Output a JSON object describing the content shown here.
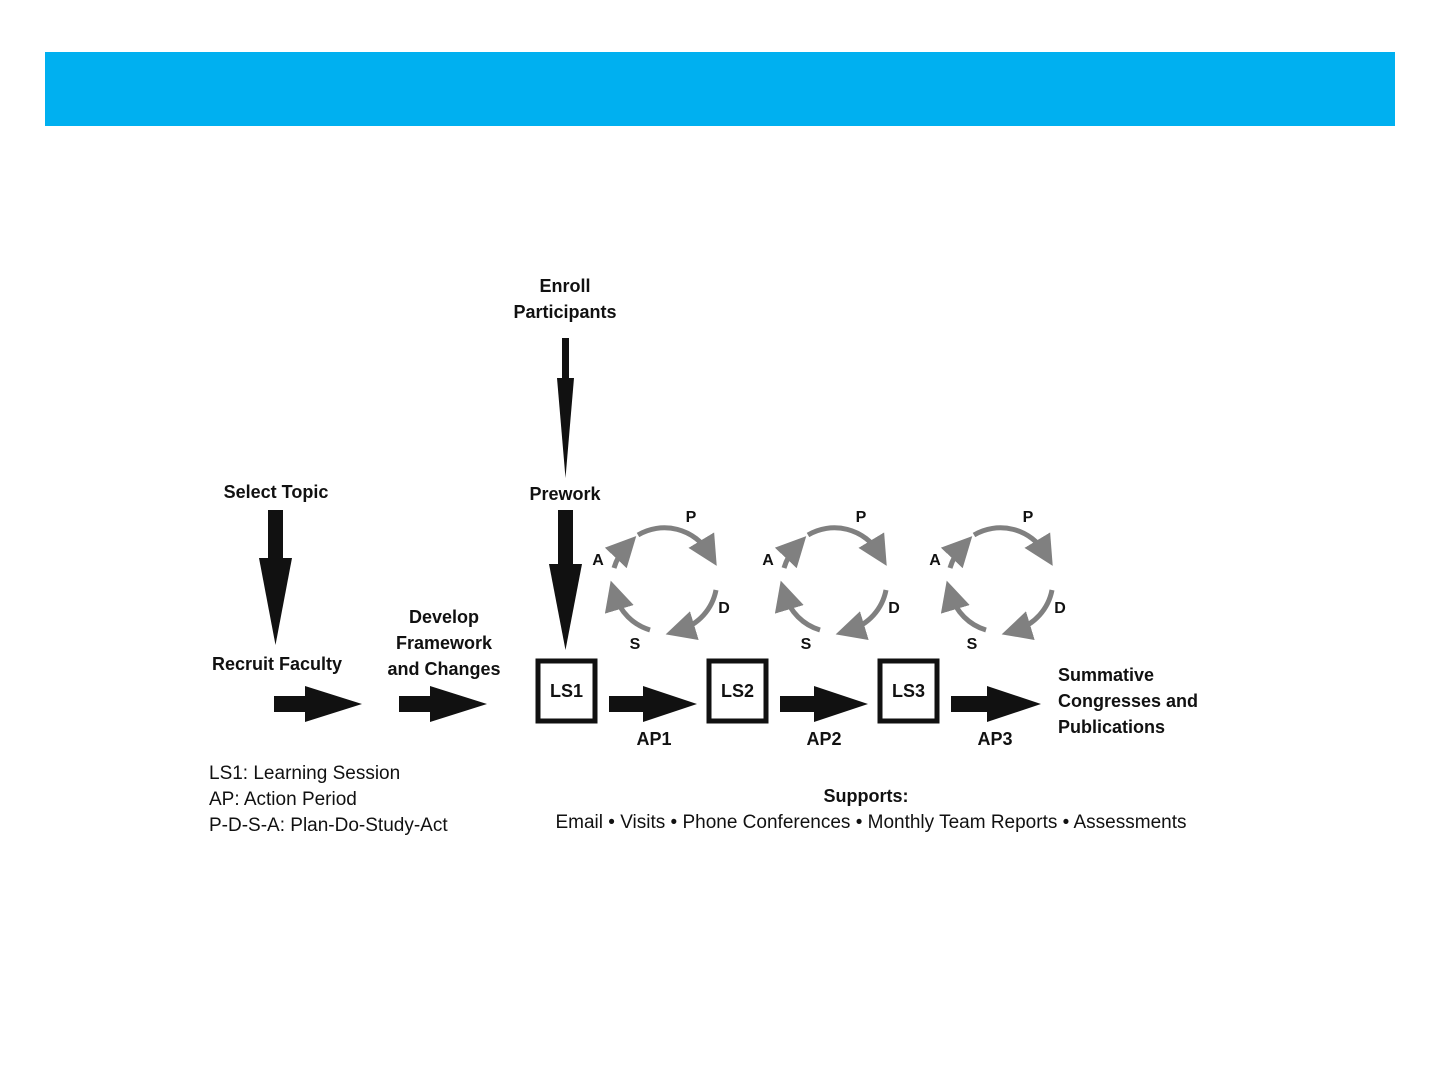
{
  "theme": {
    "banner_color": "#00b0f0",
    "arrow_color": "#111111",
    "cycle_color": "#808080"
  },
  "steps": {
    "enroll": [
      "Enroll",
      "Participants"
    ],
    "select_topic": "Select Topic",
    "prework": "Prework",
    "recruit_faculty": "Recruit Faculty",
    "develop": [
      "Develop",
      "Framework",
      "and Changes"
    ],
    "summative": [
      "Summative",
      "Congresses and",
      "Publications"
    ]
  },
  "sessions": [
    "LS1",
    "LS2",
    "LS3"
  ],
  "action_periods": [
    "AP1",
    "AP2",
    "AP3"
  ],
  "pdsa_labels": {
    "p": "P",
    "d": "D",
    "s": "S",
    "a": "A"
  },
  "legend": [
    "LS1: Learning Session",
    "AP: Action Period",
    "P-D-S-A: Plan-Do-Study-Act"
  ],
  "supports": {
    "title": "Supports:",
    "items": "Email • Visits • Phone Conferences • Monthly Team Reports • Assessments"
  }
}
